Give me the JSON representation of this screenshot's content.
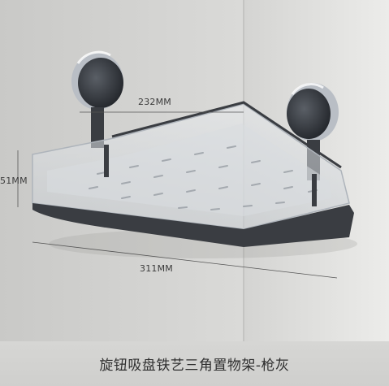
{
  "dimensions": {
    "width_label": "232MM",
    "height_label": "51MM",
    "length_label": "311MM"
  },
  "caption": "旋钮吸盘铁艺三角置物架-枪灰",
  "colors": {
    "wall_left": "#cfcfcd",
    "wall_right": "#e4e4e2",
    "frame": "#3a3d42",
    "suction_cup": "#2a2d33",
    "chrome": "#c8ccd2"
  }
}
